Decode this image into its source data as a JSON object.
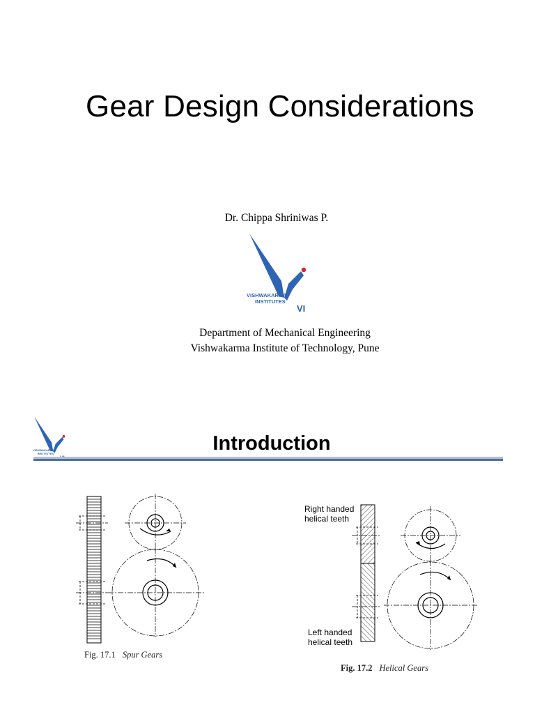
{
  "slide1": {
    "title": "Gear Design Considerations",
    "author": "Dr. Chippa Shriniwas P.",
    "logo_text": {
      "line1": "VISHWAKARMA",
      "line2": "INSTITUTES",
      "mark": "VI"
    },
    "department": "Department of Mechanical Engineering",
    "institute": "Vishwakarma Institute of Technology, Pune"
  },
  "slide2": {
    "title": "Introduction",
    "logo_text": {
      "line1": "VISHWAKARMA",
      "line2": "INSTITUTES",
      "mark": "VI"
    },
    "figures": [
      {
        "number": "Fig. 17.1",
        "name": "Spur Gears"
      },
      {
        "number": "Fig. 17.2",
        "name": "Helical Gears",
        "labels": {
          "right_line1": "Right handed",
          "right_line2": "helical teeth",
          "left_line1": "Left handed",
          "left_line2": "helical teeth"
        }
      }
    ]
  },
  "colors": {
    "logo_blue": "#2f64b4",
    "logo_red": "#e0202a",
    "rule_blue": "#4f6ea3"
  }
}
